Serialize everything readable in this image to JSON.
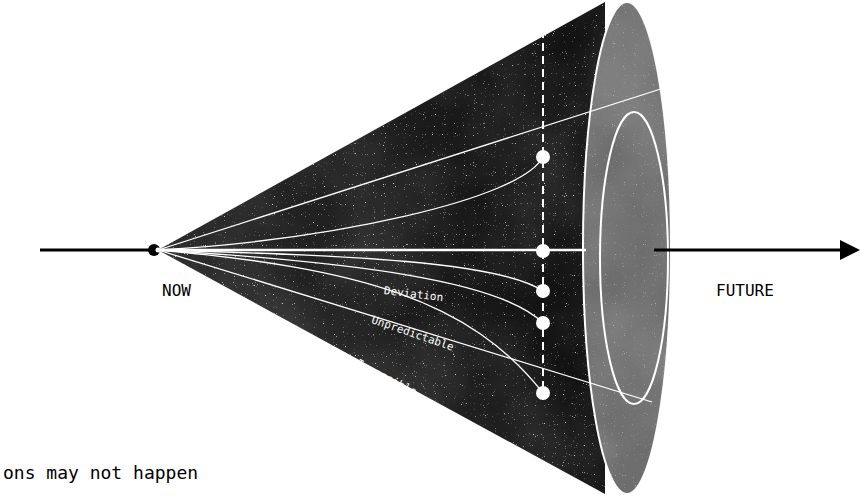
{
  "diagram": {
    "labels": [
      "NOW",
      "FUTURE",
      "Deviation",
      "Unpredictable",
      "Impossible",
      "ons may not happen"
    ]
  }
}
